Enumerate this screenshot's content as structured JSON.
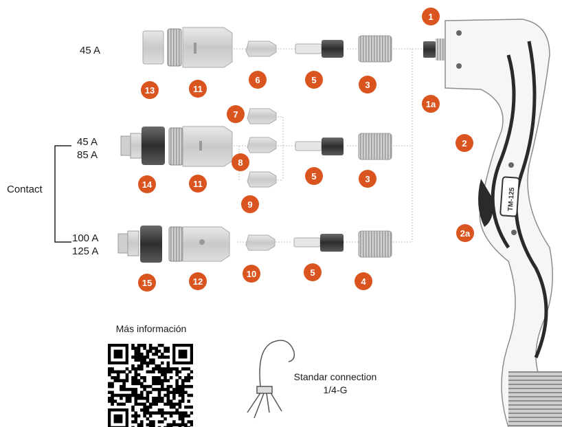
{
  "rows": {
    "row1_amp": "45 A",
    "row2_amp": [
      "45 A",
      "85 A"
    ],
    "row3_amp": [
      "100 A",
      "125 A"
    ]
  },
  "contact_label": "Contact",
  "badges": [
    "1",
    "1a",
    "2",
    "2a",
    "3",
    "3",
    "4",
    "5",
    "5",
    "5",
    "6",
    "7",
    "8",
    "9",
    "10",
    "11",
    "11",
    "12",
    "13",
    "14",
    "15"
  ],
  "torch_label": "TM-125",
  "qr_caption": "Más información",
  "connection_note": [
    "Standar connection",
    "1/4-G"
  ],
  "colors": {
    "badge": "#d9541e",
    "line": "#222222",
    "part": "#c8c8c8"
  }
}
